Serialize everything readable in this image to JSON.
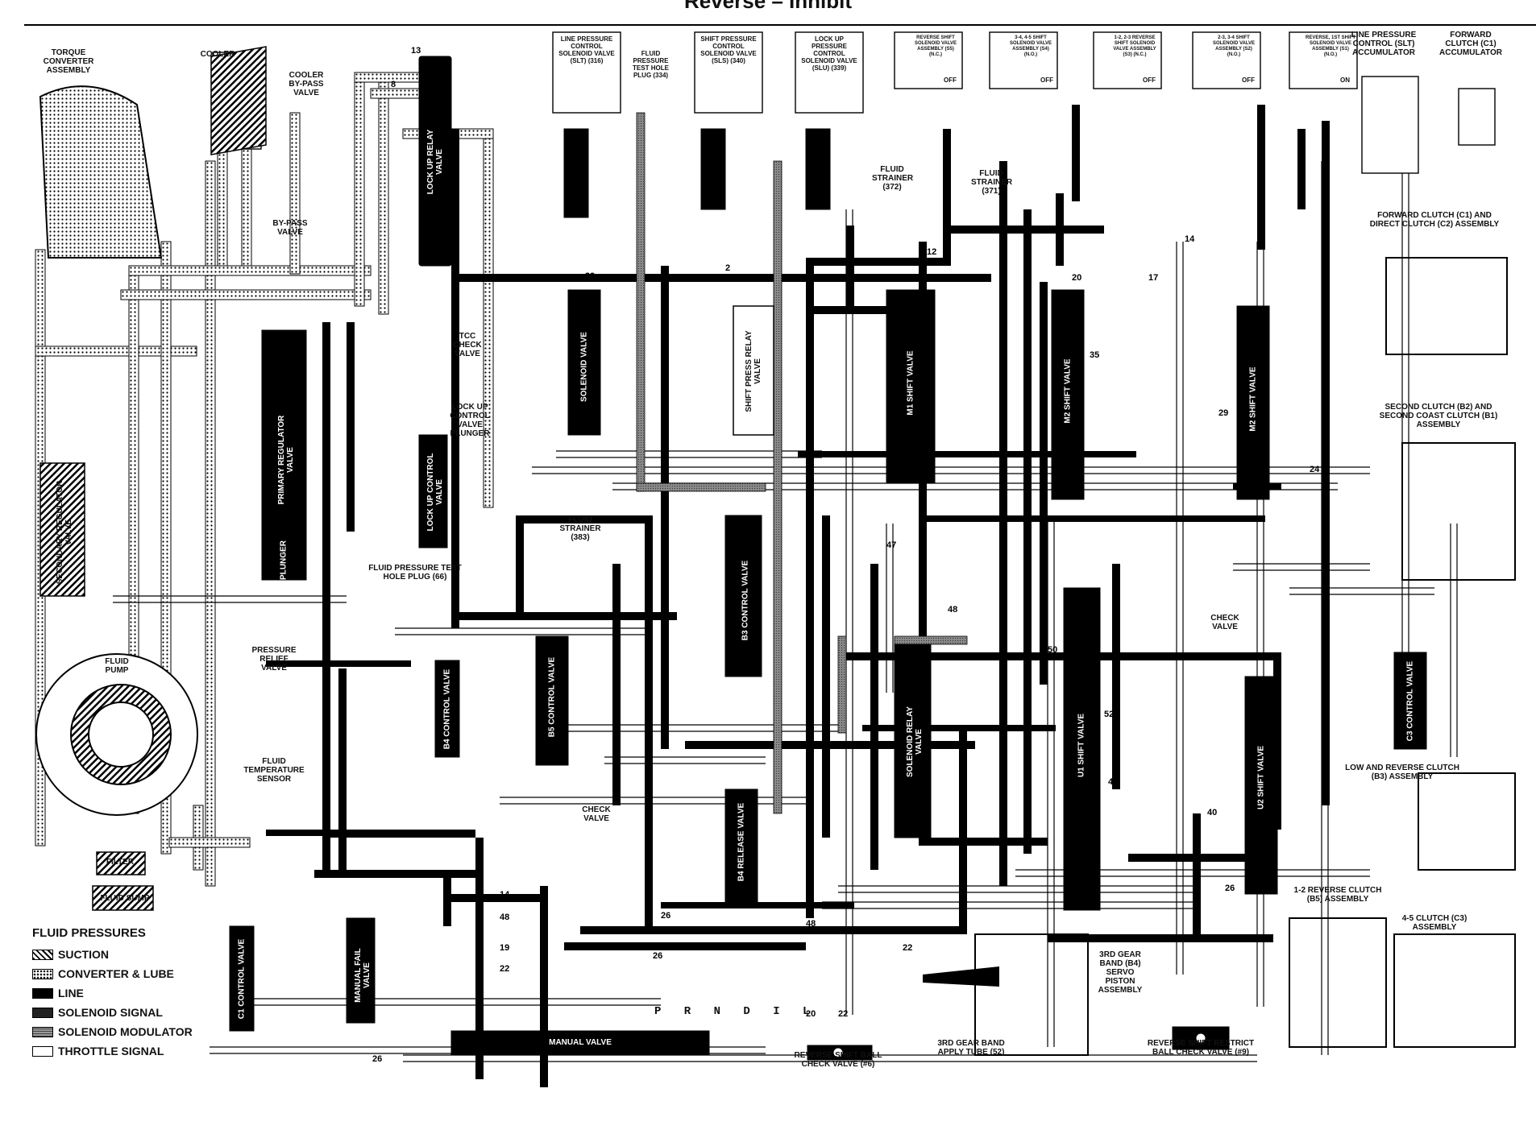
{
  "title": "Reverse – Inhibit",
  "labels": {
    "torque_converter": "TORQUE CONVERTER ASSEMBLY",
    "cooler": "COOLER",
    "cooler_bypass": "COOLER BY-PASS VALVE",
    "bypass_valve": "BY-PASS VALVE",
    "line_pressure_slt": "LINE PRESSURE CONTROL SOLENOID VALVE (SLT) (316)",
    "fluid_pressure_test_plug": "FLUID PRESSURE TEST HOLE PLUG (334)",
    "shift_pressure_sls": "SHIFT PRESSURE CONTROL SOLENOID VALVE (SLS) (340)",
    "lockup_slu": "LOCK UP PRESSURE CONTROL SOLENOID VALVE (SLU) (339)",
    "reverse_shift_solenoid": "REVERSE SHIFT SOLENOID VALVE ASSEMBLY (S5) (N.C.)",
    "s4_solenoid": "3-4, 4-5 SHIFT SOLENOID VALVE ASSEMBLY (S4) (N.O.)",
    "s3_solenoid": "1-2, 2-3 REVERSE SHIFT SOLENOID VALVE ASSEMBLY (S3) (N.C.)",
    "s2_solenoid": "2-3, 3-4 SHIFT SOLENOID VALVE ASSEMBLY (S2) (N.O.)",
    "s1_solenoid": "REVERSE, 1ST SHIFT SOLENOID VALVE ASSEMBLY (S1) (N.O.)",
    "slt_accumulator": "LINE PRESSURE CONTROL (SLT) ACCUMULATOR",
    "forward_clutch_accumulator": "FORWARD CLUTCH (C1) ACCUMULATOR",
    "fwd_direct_clutch": "FORWARD CLUTCH (C1) AND DIRECT CLUTCH (C2) ASSEMBLY",
    "second_clutch": "SECOND CLUTCH (B2) AND SECOND COAST CLUTCH (B1) ASSEMBLY",
    "low_reverse_clutch": "LOW AND REVERSE CLUTCH (B3) ASSEMBLY",
    "reverse_clutch_12": "1-2 REVERSE CLUTCH (B5) ASSEMBLY",
    "clutch_45": "4-5 CLUTCH (C3) ASSEMBLY",
    "fluid_pump": "FLUID PUMP",
    "pressure_relief": "PRESSURE RELIEF VALVE",
    "temp_sensor": "FLUID TEMPERATURE SENSOR",
    "filter": "FILTER",
    "fluid_sump": "FLUID SUMP",
    "tcc_check": "TCC CHECK VALVE",
    "lockup_plunger": "LOCK UP CONTROL VALVE PLUNGER",
    "fluid_test_plug_66": "FLUID PRESSURE TEST HOLE PLUG (66)",
    "fluid_strainer_383": "FLUID STRAINER (383)",
    "fluid_strainer_372": "FLUID STRAINER (372)",
    "fluid_strainer_371": "FLUID STRAINER (371)",
    "check_valve": "CHECK VALVE",
    "servo_piston": "3RD GEAR BAND (B4) SERVO PISTON ASSEMBLY",
    "apply_tube": "3RD GEAR BAND APPLY TUBE (52)",
    "reverse_ball_check": "REVERSE SHIFT BALL CHECK VALVE (#6)",
    "reverse_restrict_check": "REVERSE SHIFT RESTRICT BALL CHECK VALVE (#9)",
    "manual_valve": "MANUAL VALVE",
    "gear_positions": "P R N D I L"
  },
  "valves": {
    "primary_regulator": "PRIMARY REGULATOR VALVE",
    "secondary_regulator": "SECONDARY REGULATOR VALVE",
    "plunger": "PLUNGER",
    "solenoid_valve": "SOLENOID VALVE",
    "shift_press_relay": "SHIFT PRESS RELAY VALVE",
    "m1_shift": "M1 SHIFT VALVE",
    "m2_shift": "M2 SHIFT VALVE",
    "u1_shift": "U1 SHIFT VALVE",
    "u2_shift": "U2 SHIFT VALVE",
    "b3_control": "B3 CONTROL VALVE",
    "b5_control": "B5 CONTROL VALVE",
    "solenoid_relay": "SOLENOID RELAY VALVE",
    "b4_release": "B4 RELEASE VALVE",
    "lockup_control": "LOCK UP CONTROL VALVE",
    "lockup_relay": "LOCK UP RELAY VALVE",
    "manual_fail": "MANUAL FAIL VALVE",
    "c1_control": "C1 CONTROL VALVE",
    "b4_control": "B4 CONTROL VALVE",
    "c3_control": "C3 CONTROL VALVE"
  },
  "solenoid_states": [
    "OFF",
    "OFF",
    "OFF",
    "OFF",
    "ON"
  ],
  "legend": {
    "heading": "FLUID PRESSURES",
    "items": [
      "SUCTION",
      "CONVERTER & LUBE",
      "LINE",
      "SOLENOID SIGNAL",
      "SOLENOID MODULATOR",
      "THROTTLE SIGNAL"
    ]
  }
}
